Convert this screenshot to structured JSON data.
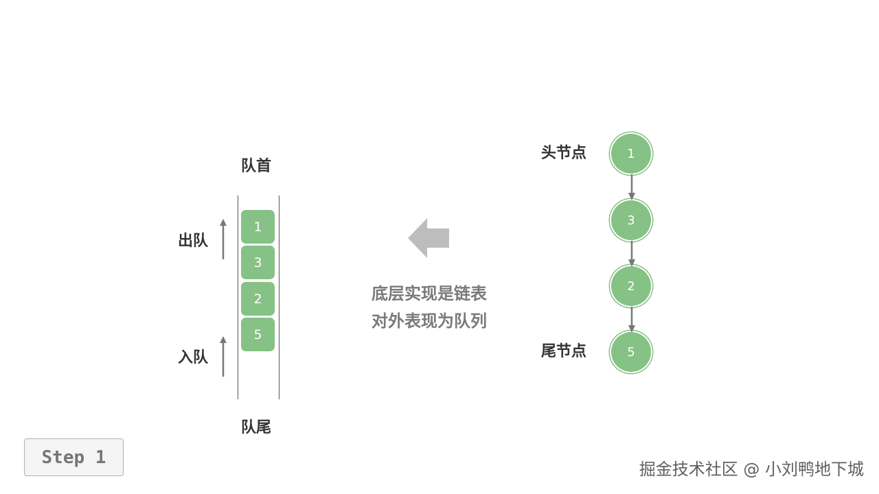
{
  "queue": {
    "head_label": "队首",
    "tail_label": "队尾",
    "dequeue_label": "出队",
    "enqueue_label": "入队",
    "items": [
      "1",
      "3",
      "2",
      "5"
    ]
  },
  "center": {
    "line1": "底层实现是链表",
    "line2": "对外表现为队列"
  },
  "linked_list": {
    "head_label": "头节点",
    "tail_label": "尾节点",
    "nodes": [
      "1",
      "3",
      "2",
      "5"
    ]
  },
  "step_button": {
    "label": "Step 1"
  },
  "watermark": {
    "text": "掘金技术社区 @ 小刘鸭地下城"
  },
  "colors": {
    "node_fill": "#86c185",
    "arrow_gray": "#777777",
    "big_arrow": "#bdbdbd"
  }
}
